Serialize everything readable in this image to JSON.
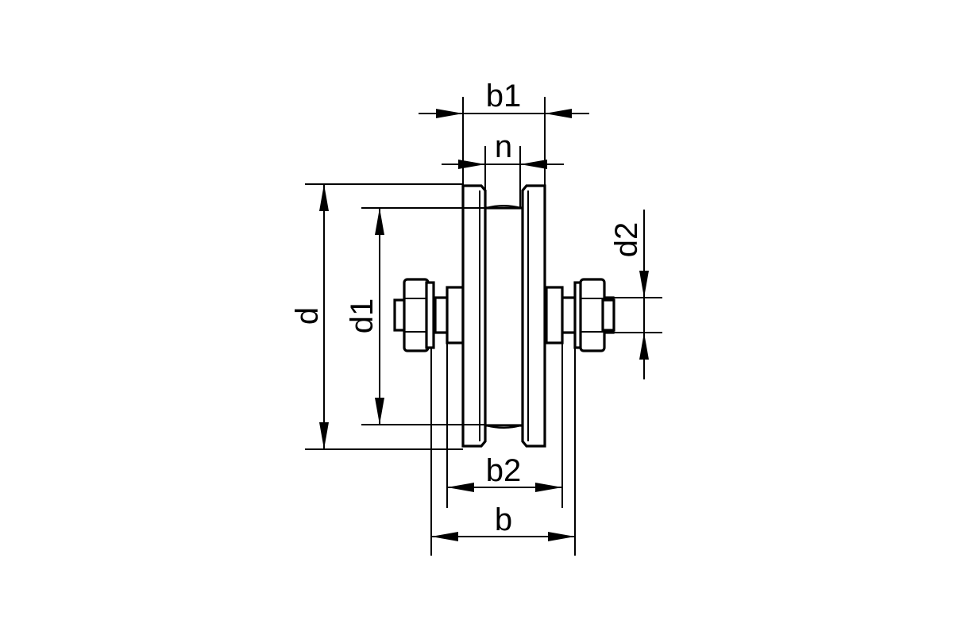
{
  "dimensions": {
    "b1": "b1",
    "n": "n",
    "d": "d",
    "d1": "d1",
    "d2": "d2",
    "b2": "b2",
    "b": "b"
  },
  "colors": {
    "line": "#000000",
    "background": "#ffffff"
  }
}
